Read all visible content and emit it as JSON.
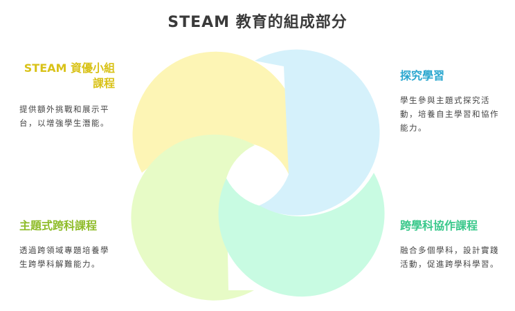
{
  "title": "STEAM 教育的組成部分",
  "colors": {
    "yellow_fill": "#fdf5b5",
    "blue_fill": "#d5f1fb",
    "green_fill": "#e7fbc6",
    "mint_fill": "#c8fbe2",
    "yellow_text": "#d9c218",
    "blue_text": "#2ba7cf",
    "green_text": "#8fbc2a",
    "mint_text": "#3ac88b"
  },
  "sections": {
    "top_left": {
      "label": "STEAM 資優小組課程",
      "description": "提供額外挑戰和展示平台，以增強學生潛能。"
    },
    "top_right": {
      "label": "探究學習",
      "description": "學生參與主題式探究活動，培養自主學習和協作能力。"
    },
    "bottom_left": {
      "label": "主題式跨科課程",
      "description": "透過跨領域專題培養學生跨學科解難能力。"
    },
    "bottom_right": {
      "label": "跨學科協作課程",
      "description": "融合多個學科，設計實踐活動，促進跨學科學習。"
    }
  }
}
